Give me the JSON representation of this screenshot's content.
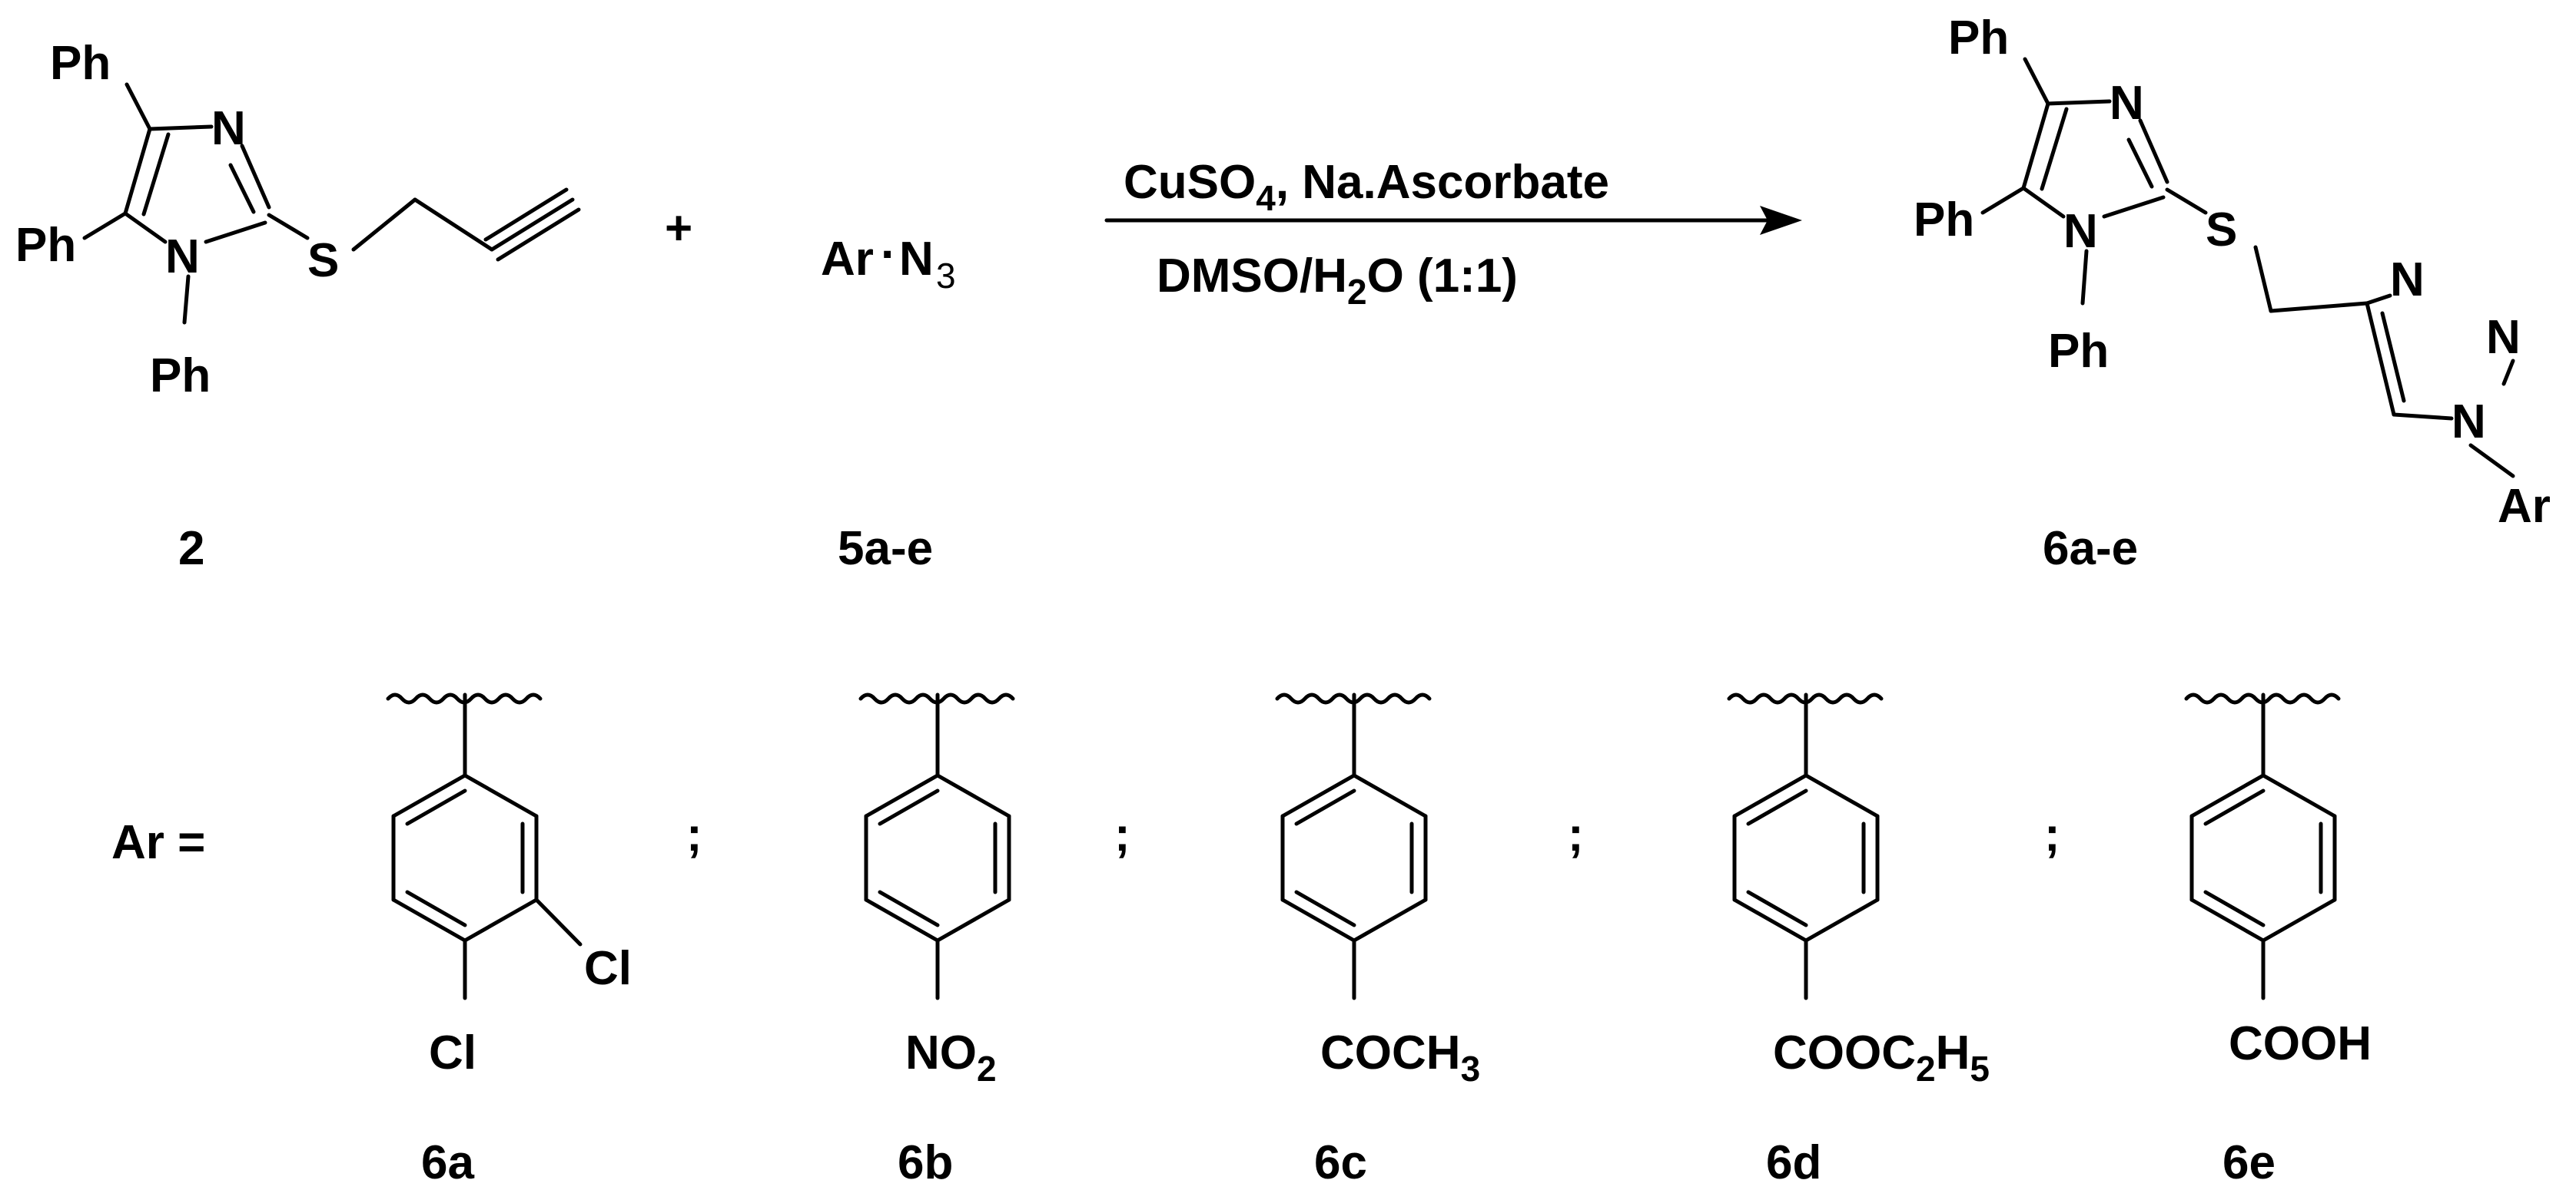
{
  "reactant_1": {
    "label": "2",
    "atoms": {
      "ph_top": "Ph",
      "ph_left": "Ph",
      "ph_n": "Ph",
      "n_ring": "N",
      "n_sub": "N",
      "s": "S"
    }
  },
  "plus": "+",
  "reactant_2": {
    "label": "5a-e",
    "ar": "Ar",
    "dot": "·",
    "n": "N",
    "n_count": "3"
  },
  "conditions": {
    "reagent_cu": "CuSO",
    "reagent_cu_sub": "4",
    "reagent_rest": ", Na.Ascorbate",
    "solvent_a": "DMSO/H",
    "solvent_sub": "2",
    "solvent_b": "O (1:1)"
  },
  "product": {
    "label": "6a-e",
    "atoms": {
      "ph_top": "Ph",
      "ph_left": "Ph",
      "ph_n": "Ph",
      "n_ring": "N",
      "n_sub": "N",
      "s": "S",
      "tz_n1": "N",
      "tz_n2": "N",
      "tz_n3": "N",
      "ar": "Ar"
    }
  },
  "ar_definition": {
    "text": "Ar =",
    "separator": ";"
  },
  "substituents": [
    {
      "id": "6a",
      "groups": [
        "Cl",
        "Cl"
      ]
    },
    {
      "id": "6b",
      "group": "NO",
      "group_sub": "2"
    },
    {
      "id": "6c",
      "group": "COCH",
      "group_sub": "3"
    },
    {
      "id": "6d",
      "group": "COOC",
      "group_sub": "2",
      "group_mid": "H",
      "group_sub2": "5"
    },
    {
      "id": "6e",
      "group": "COOH"
    }
  ]
}
